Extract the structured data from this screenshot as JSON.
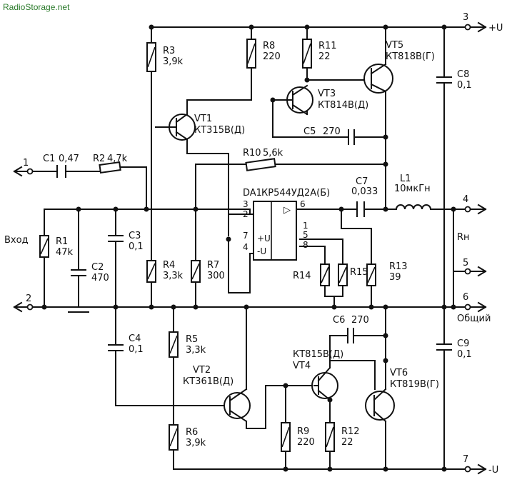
{
  "site": "RadioStorage.net",
  "components": {
    "R1": {
      "name": "R1",
      "value": "47k"
    },
    "R2": {
      "name": "R2",
      "value": "4,7k"
    },
    "R3": {
      "name": "R3",
      "value": "3,9k"
    },
    "R4": {
      "name": "R4",
      "value": "3,3k"
    },
    "R5": {
      "name": "R5",
      "value": "3,3k"
    },
    "R6": {
      "name": "R6",
      "value": "3,9k"
    },
    "R7": {
      "name": "R7",
      "value": "300"
    },
    "R8": {
      "name": "R8",
      "value": "220"
    },
    "R9": {
      "name": "R9",
      "value": "220"
    },
    "R10": {
      "name": "R10",
      "value": "5,6k"
    },
    "R11": {
      "name": "R11",
      "value": "22"
    },
    "R12": {
      "name": "R12",
      "value": "22"
    },
    "R13": {
      "name": "R13",
      "value": "39"
    },
    "R14": {
      "name": "R14"
    },
    "R15": {
      "name": "R15"
    },
    "C1": {
      "name": "C1",
      "value": "0,47"
    },
    "C2": {
      "name": "C2",
      "value": "470"
    },
    "C3": {
      "name": "C3",
      "value": "0,1"
    },
    "C4": {
      "name": "C4",
      "value": "0,1"
    },
    "C5": {
      "name": "C5",
      "value": "270"
    },
    "C6": {
      "name": "C6",
      "value": "270"
    },
    "C7": {
      "name": "C7",
      "value": "0,033"
    },
    "C8": {
      "name": "C8",
      "value": "0,1"
    },
    "C9": {
      "name": "C9",
      "value": "0,1"
    },
    "L1": {
      "name": "L1",
      "value": "10мкГн"
    },
    "VT1": {
      "name": "VT1",
      "part": "КТ315В(Д)"
    },
    "VT2": {
      "name": "VT2",
      "part": "КТ361В(Д)"
    },
    "VT3": {
      "name": "VT3",
      "part": "КТ814В(Д)"
    },
    "VT4": {
      "name": "VT4",
      "part": "КТ815В(Д)"
    },
    "VT5": {
      "name": "VT5",
      "part": "КТ818В(Г)"
    },
    "VT6": {
      "name": "VT6",
      "part": "КТ819В(Г)"
    },
    "DA1": {
      "name": "DA1",
      "part": "КР544УД2А(Б)",
      "sym": "▷",
      "plus": "+U",
      "minus": "-U"
    }
  },
  "pins": {
    "p3": "3",
    "p2": "2",
    "p6": "6",
    "p7": "7",
    "p4": "4",
    "p1": "1",
    "p5": "5",
    "p8": "8"
  },
  "terminals": {
    "t1": "1",
    "t2": "2",
    "t3": "3",
    "t4": "4",
    "t5": "5",
    "t6": "6",
    "t7": "7"
  },
  "labels": {
    "input": "Вход",
    "load": "Rн",
    "common": "Общий",
    "plus_u": "+U",
    "minus_u": "-U"
  }
}
